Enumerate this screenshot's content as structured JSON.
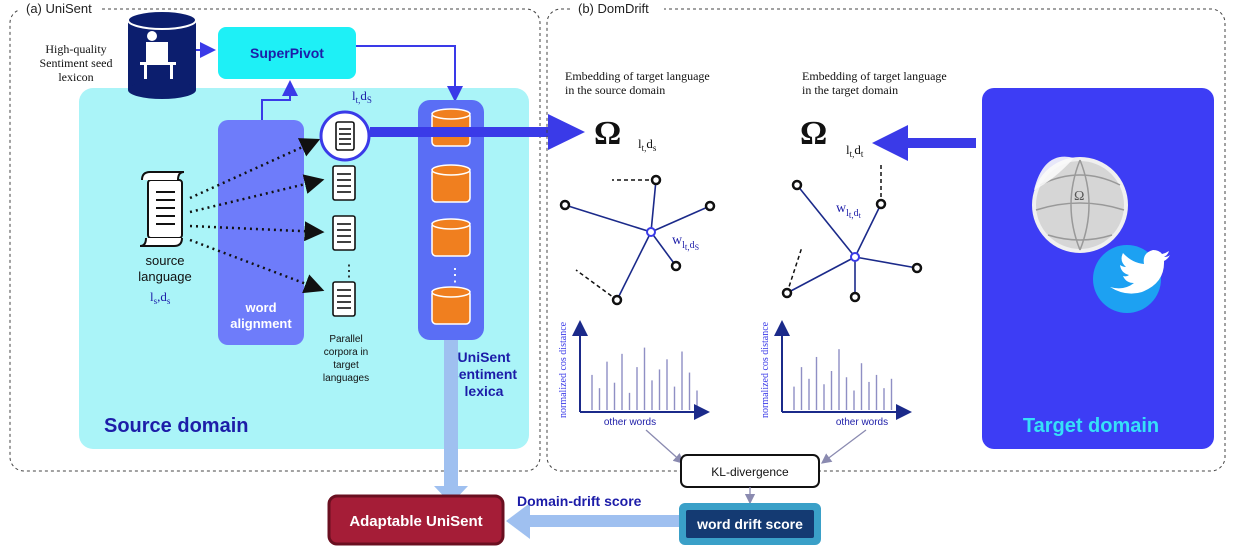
{
  "panel_a": {
    "title": "(a) UniSent",
    "seed_label_line1": "High-quality",
    "seed_label_line2": "Sentiment seed",
    "seed_label_line3": "lexicon",
    "superpivot": "SuperPivot",
    "word_alignment_line1": "word",
    "word_alignment_line2": "alignment",
    "source_language_line1": "source",
    "source_language_line2": "language",
    "source_sub": "l",
    "source_sub_s": "s",
    "source_sub_d": "d",
    "lt_ds_label": "l",
    "lt_ds_t": "t,",
    "lt_ds_d": "d",
    "lt_ds_s": "S",
    "vdots": "⋮",
    "parallel_line1": "Parallel",
    "parallel_line2": "corpora in",
    "parallel_line3": "target",
    "parallel_line4": "languages",
    "lexica_line1": "UniSent",
    "lexica_line2": "sentiment",
    "lexica_line3": "lexica",
    "source_domain": "Source domain"
  },
  "panel_b": {
    "title": "(b) DomDrift",
    "emb_source_line1": "Embedding of target language",
    "emb_source_line2": "in the source domain",
    "emb_target_line1": "Embedding of target language",
    "emb_target_line2": "in the target domain",
    "omega": "Ω",
    "omega_src_sub_l": "l",
    "omega_src_sub_t": "t,",
    "omega_src_sub_d": "d",
    "omega_src_sub_s": "s",
    "omega_tgt_sub_l": "l",
    "omega_tgt_sub_t": "t,",
    "omega_tgt_sub_d": "d",
    "omega_tgt_sub_dt": "t",
    "w_src": "w",
    "w_src_sub": "l",
    "w_src_sub2": "t,",
    "w_src_sub3": "d",
    "w_src_sub4": "S",
    "w_tgt": "w",
    "w_tgt_sub": "l",
    "w_tgt_sub2": "t,",
    "w_tgt_sub3": "d",
    "w_tgt_sub4": "t",
    "y_axis_label": "normalized cos distance",
    "x_axis_label": "other words",
    "kl": "KL-divergence",
    "target_domain": "Target domain"
  },
  "bottom": {
    "adaptable": "Adaptable UniSent",
    "drift_score_label": "Domain-drift score",
    "word_drift": "word drift score"
  },
  "histograms": {
    "source": [
      0.45,
      0.28,
      0.62,
      0.35,
      0.72,
      0.22,
      0.55,
      0.8,
      0.38,
      0.52,
      0.65,
      0.3,
      0.75,
      0.48,
      0.25
    ],
    "target": [
      0.3,
      0.55,
      0.4,
      0.68,
      0.33,
      0.5,
      0.78,
      0.42,
      0.25,
      0.6,
      0.36,
      0.45,
      0.28,
      0.4
    ]
  },
  "colors": {
    "cyan_region": "#aaf4f8",
    "superpivot": "#1ef0f6",
    "word_alignment": "#6e7cfa",
    "lexica_column": "#5a6ef5",
    "cylinder": "#f07f1f",
    "arrow_blue": "#3a3ae8",
    "light_arrow": "#9fc0f0",
    "target_domain": "#3d3df5",
    "adaptable": "#a51d37",
    "word_drift_fill": "#143a72",
    "word_drift_border": "#3aa0c8",
    "graph_node": "#111111",
    "graph_edge": "#1b2a8a",
    "text_blue": "#1c1ca8"
  }
}
